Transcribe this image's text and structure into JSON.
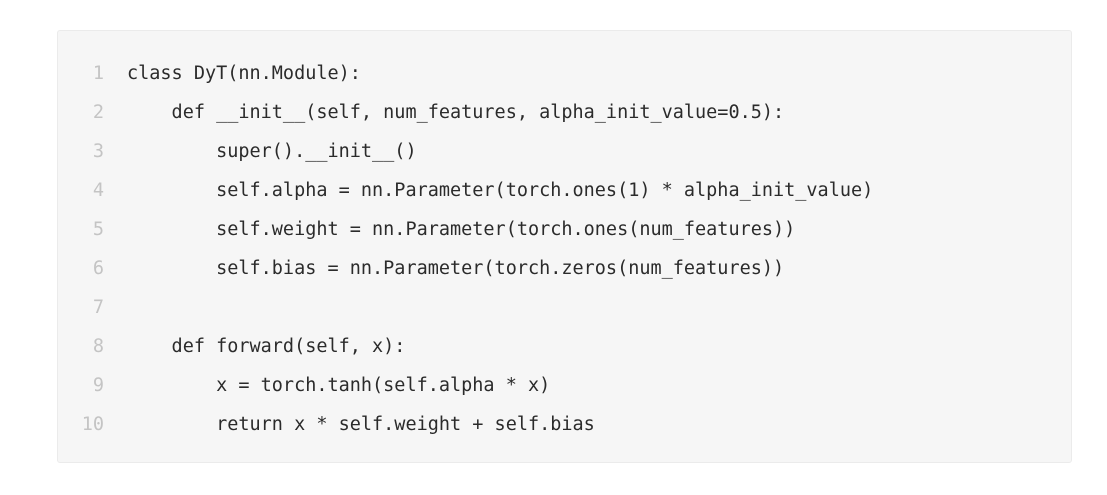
{
  "code": {
    "lines": [
      {
        "number": "1",
        "text": "class DyT(nn.Module):"
      },
      {
        "number": "2",
        "text": "    def __init__(self, num_features, alpha_init_value=0.5):"
      },
      {
        "number": "3",
        "text": "        super().__init__()"
      },
      {
        "number": "4",
        "text": "        self.alpha = nn.Parameter(torch.ones(1) * alpha_init_value)"
      },
      {
        "number": "5",
        "text": "        self.weight = nn.Parameter(torch.ones(num_features))"
      },
      {
        "number": "6",
        "text": "        self.bias = nn.Parameter(torch.zeros(num_features))"
      },
      {
        "number": "7",
        "text": ""
      },
      {
        "number": "8",
        "text": "    def forward(self, x):"
      },
      {
        "number": "9",
        "text": "        x = torch.tanh(self.alpha * x)"
      },
      {
        "number": "10",
        "text": "        return x * self.weight + self.bias"
      }
    ]
  },
  "colors": {
    "background": "#f6f6f6",
    "code_text": "#2b2b2b",
    "line_number": "#c4c4c4"
  }
}
